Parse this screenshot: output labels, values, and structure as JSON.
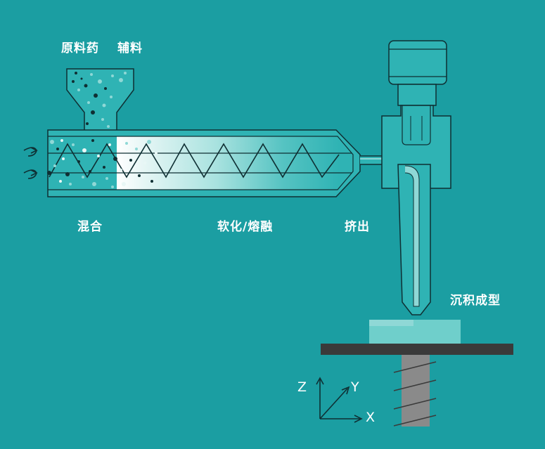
{
  "labels": {
    "api": "原料药",
    "excipient": "辅料",
    "mixing": "混合",
    "melting": "软化/熔融",
    "extrusion": "挤出",
    "deposition": "沉积成型"
  },
  "axes": {
    "z": "Z",
    "y": "Y",
    "x": "X"
  },
  "colors": {
    "background": "#1b9ea2",
    "outline": "#0f2f33",
    "barrel_fill": "#2fb3b4",
    "light": "#8fd8d6",
    "bed": "#3a3a3a",
    "screw_rod": "#8a8a8a",
    "part": "#6fcfcb"
  }
}
